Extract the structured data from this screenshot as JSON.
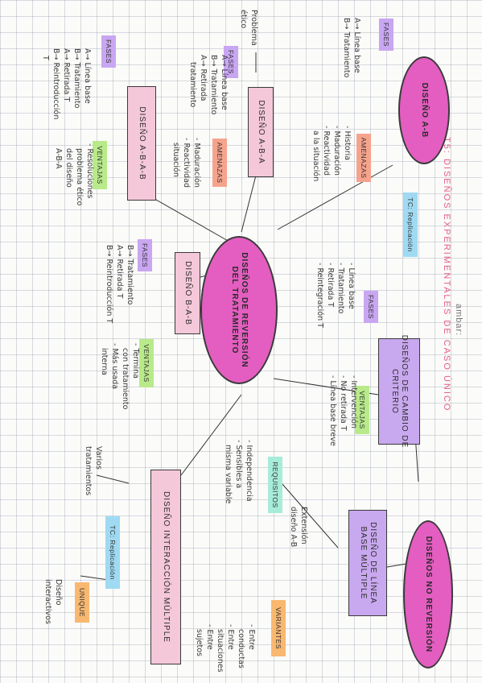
{
  "header": {
    "title": "T5: DISEÑOS EXPERIMENTALES DE CASO ÚNICO",
    "watermark": "ambar:"
  },
  "colors": {
    "oval": "#e35ec0",
    "box_pink": "#f4c7d9",
    "box_lavender": "#c8a8ee",
    "tag_purple": "#c9a6f2",
    "tag_salmon": "#f6a38d",
    "tag_green": "#b8ea8a",
    "tag_teal": "#a7ecd9",
    "tag_blue": "#9fdaf2",
    "tag_orange": "#f8b870"
  },
  "main": {
    "label": "DISEÑOS DE REVERSIÓN\nDEL TRATAMIENTO"
  },
  "ab": {
    "label": "DISEÑO A-B",
    "tc_tag": "TC: Replicación",
    "fases_tag": "FASES",
    "fases_text": "A→ Línea base\nB→ Tratamiento",
    "amenazas_tag": "AMENAZAS",
    "amenazas_text": "- Historia\n- Maduración\n- Reactividad\n  a la situación"
  },
  "aba": {
    "label": "DISEÑO A-B-A",
    "problem_note": "Problema\nético",
    "fases_tag": "FASES",
    "fases_text": "A→ Línea base\nB→ Tratamiento\nA→ Retirada\n   tratamiento",
    "amenazas_tag": "AMENAZAS",
    "amenazas_text": "- Maduración\n- Reactividad\n  situación"
  },
  "abab": {
    "label": "DISEÑO A-B-A-B",
    "fases_tag": "FASES",
    "fases_text": "A→ Línea base\nB→ Tratamiento\nA→ Retirada T\nB→ Reintroducción\n   T",
    "ventajas_tag": "VENTAJAS",
    "ventajas_text": "- Resoluciones\n  problema ético\n  del diseño\n  A-B-A"
  },
  "bab": {
    "label": "DISEÑO B-A-B",
    "fases_tag": "FASES",
    "fases_text": "B→ Tratamiento\nA→ Retirada T\nB→ Reintroducción T",
    "ventajas_tag": "VENTAJAS",
    "ventajas_text": "- Termina\n  con tratamiento\n- Más usada\n  interna"
  },
  "criterio": {
    "label": "DISEÑOS DE CAMBIO DE\nCRITERIO",
    "fases_tag": "FASES",
    "fases_text": "- Línea base\n- Tratamiento\n- Retirada T\n- Reintegración T",
    "ventajas_tag": "VENTAJAS",
    "ventajas_text": "- Intervención\n- No retirada T\n- Línea base breve"
  },
  "interaccion": {
    "label": "DISEÑO INTERACCIÓN MÚLTIPLE",
    "tc_tag": "TC: Replicación",
    "unique_tag": "UNIQUE",
    "side_note": "Varios\ntratamientos",
    "unique_note": "Diseño\ninteractivos"
  },
  "no_reversion": {
    "label": "DISEÑOS NO REVERSIÓN"
  },
  "linea_multiple": {
    "label": "DISEÑO DE LÍNEA\nBASE MÚLTIPLE",
    "ext_note": "Extensión\ndiseño A-B",
    "requisitos_tag": "REQUISITOS",
    "requisitos_text": "- Independencia\n- Sensibles a\n  misma variable",
    "variantes_tag": "VARIANTES",
    "variantes_text": "- Entre\n  conductas\n- Entre\n  situaciones\n- Entre\n  sujetos"
  }
}
